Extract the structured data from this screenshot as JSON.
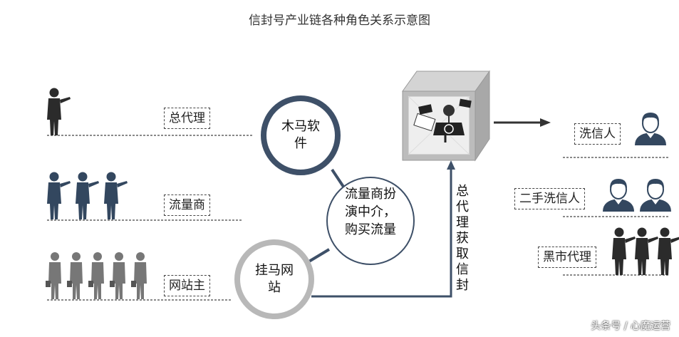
{
  "title": "信封号产业链各种角色关系示意图",
  "left_roles": {
    "agent": "总代理",
    "traffic_dealer": "流量商",
    "webmaster": "网站主"
  },
  "circles": {
    "trojan": "木马软件",
    "middle": "流量商扮演中介，购买流量",
    "hanging": "挂马网站"
  },
  "vertical_label": "总代理获取信封",
  "right_roles": {
    "washer": "洗信人",
    "second_washer": "二手洗信人",
    "black_market": "黑市代理"
  },
  "watermark": "头条号 / 心魔运营",
  "colors": {
    "dark_ring": "#3e5068",
    "light_ring": "#b8b8b8",
    "navy": "#33475f",
    "gray": "#7a7a7a"
  }
}
